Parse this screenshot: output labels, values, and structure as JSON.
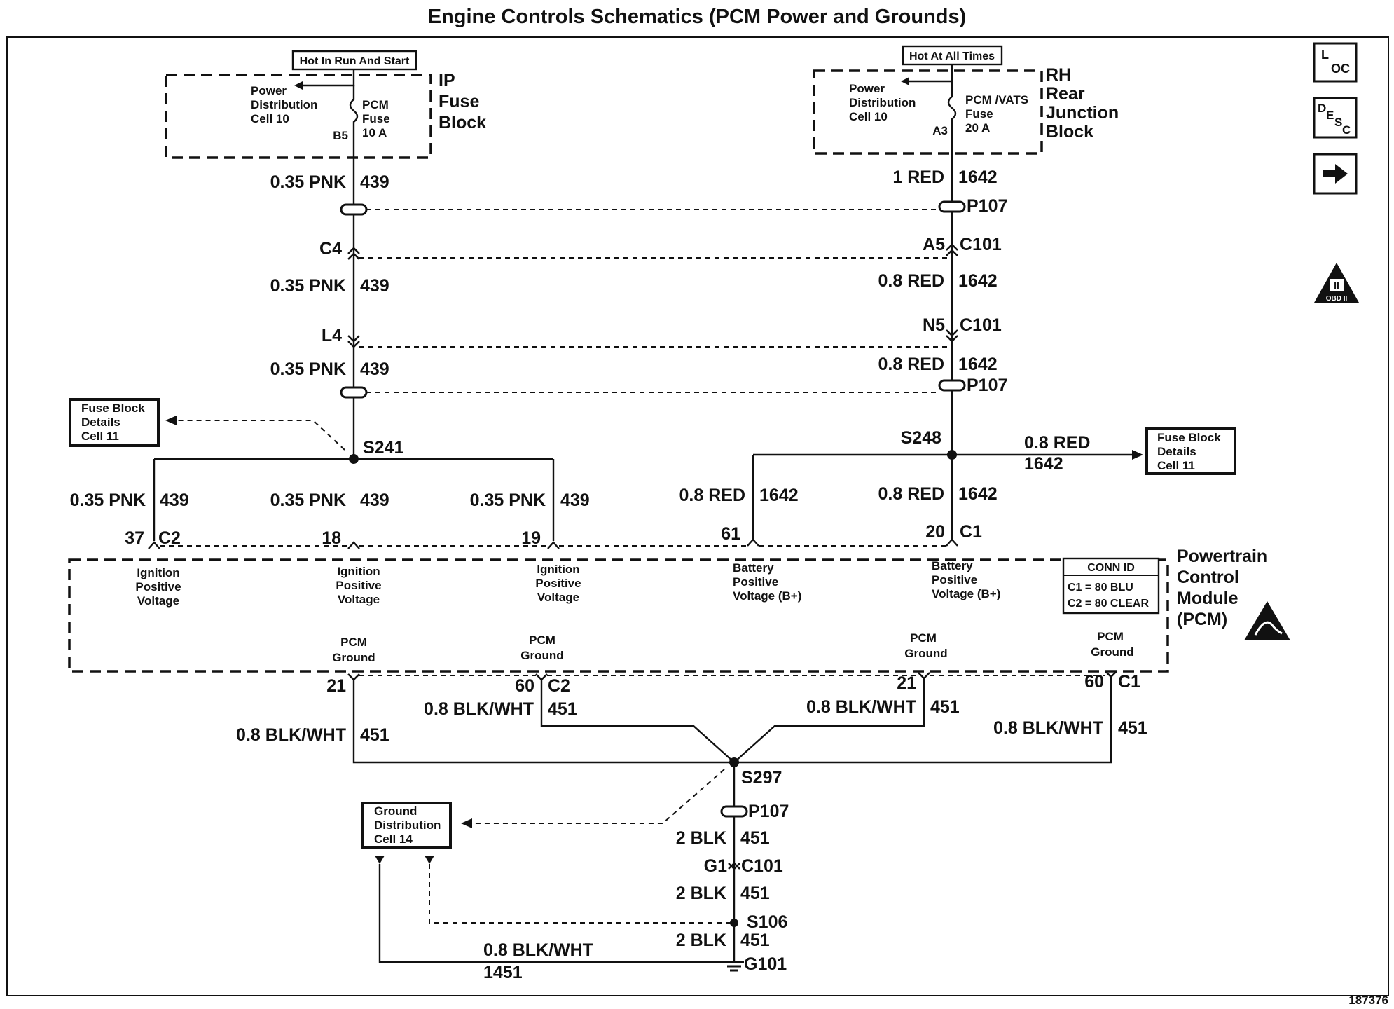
{
  "title": "Engine Controls Schematics (PCM Power and Grounds)",
  "figure_number": "187376",
  "nav_buttons": [
    {
      "name": "loc-button",
      "sup": "L",
      "sub": "OC"
    },
    {
      "name": "desc-button",
      "sup": "D",
      "mid": "E",
      "sub": "S",
      "sub2": "C"
    },
    {
      "name": "next-arrow-button",
      "glyph": "➔"
    }
  ],
  "badge_obd": "OBD II",
  "badge_obd_top": "II",
  "ip_fuse_block": {
    "hot_label": "Hot In Run And Start",
    "power_dist_lines": [
      "Power",
      "Distribution",
      "Cell 10"
    ],
    "fuse_lines": [
      "PCM",
      "Fuse",
      "10 A"
    ],
    "terminal": "B5",
    "block_lines": [
      "IP",
      "Fuse",
      "Block"
    ]
  },
  "rh_rear_junction_block": {
    "hot_label": "Hot At All Times",
    "power_dist_lines": [
      "Power",
      "Distribution",
      "Cell 10"
    ],
    "fuse_lines": [
      "PCM /VATS",
      "Fuse",
      "20 A"
    ],
    "terminal": "A3",
    "block_lines": [
      "RH",
      "Rear",
      "Junction",
      "Block"
    ]
  },
  "left_wires": {
    "w1_size": "0.35 PNK",
    "w1_num": "439",
    "c4": "C4",
    "w2_size": "0.35 PNK",
    "w2_num": "439",
    "l4": "L4",
    "w3_size": "0.35 PNK",
    "w3_num": "439",
    "s241": "S241"
  },
  "right_wires": {
    "w1_size": "1 RED",
    "w1_num": "1642",
    "p107_top": "P107",
    "a5": "A5",
    "c101_a": "C101",
    "w2_size": "0.8 RED",
    "w2_num": "1642",
    "n5": "N5",
    "c101_b": "C101",
    "w3_size": "0.8 RED",
    "w3_num": "1642",
    "p107_mid": "P107",
    "s248": "S248",
    "out_size": "0.8 RED",
    "out_num": "1642"
  },
  "fuse_block_details_left": [
    "Fuse Block",
    "Details",
    "Cell 11"
  ],
  "fuse_block_details_right": [
    "Fuse Block",
    "Details",
    "Cell 11"
  ],
  "pcm_inputs": [
    {
      "size": "0.35 PNK",
      "num": "439",
      "pin": "37",
      "conn": "C2",
      "desc": [
        "Ignition",
        "Positive",
        "Voltage"
      ]
    },
    {
      "size": "0.35 PNK",
      "num": "439",
      "pin": "18",
      "conn": "",
      "desc": [
        "Ignition",
        "Positive",
        "Voltage"
      ]
    },
    {
      "size": "0.35 PNK",
      "num": "439",
      "pin": "19",
      "conn": "",
      "desc": [
        "Ignition",
        "Positive",
        "Voltage"
      ]
    },
    {
      "size": "0.8 RED",
      "num": "1642",
      "pin": "61",
      "conn": "",
      "desc": [
        "Battery",
        "Positive",
        "Voltage (B+)"
      ]
    },
    {
      "size": "0.8 RED",
      "num": "1642",
      "pin": "20",
      "conn": "C1",
      "desc": [
        "Battery",
        "Positive",
        "Voltage (B+)"
      ]
    }
  ],
  "pcm_block_lines": [
    "Powertrain",
    "Control",
    "Module",
    "(PCM)"
  ],
  "conn_id": {
    "header": "CONN ID",
    "c1": "C1 = 80 BLU",
    "c2": "C2 = 80 CLEAR"
  },
  "pcm_grounds": [
    {
      "desc": [
        "PCM",
        "Ground"
      ],
      "pin": "21",
      "conn": "",
      "size": "0.8 BLK/WHT",
      "num": "451"
    },
    {
      "desc": [
        "PCM",
        "Ground"
      ],
      "pin": "60",
      "conn": "C2",
      "size": "0.8 BLK/WHT",
      "num": "451"
    },
    {
      "desc": [
        "PCM",
        "Ground"
      ],
      "pin": "21",
      "conn": "",
      "size": "0.8 BLK/WHT",
      "num": "451"
    },
    {
      "desc": [
        "PCM",
        "Ground"
      ],
      "pin": "60",
      "conn": "C1",
      "size": "0.8 BLK/WHT",
      "num": "451"
    }
  ],
  "ground_path": {
    "s297": "S297",
    "p107": "P107",
    "w1_size": "2 BLK",
    "w1_num": "451",
    "g1": "G1",
    "c101": "C101",
    "w2_size": "2 BLK",
    "w2_num": "451",
    "s106": "S106",
    "w3_size": "2 BLK",
    "w3_num": "451",
    "g101": "G101",
    "ret_size": "0.8 BLK/WHT",
    "ret_num": "1451"
  },
  "ground_distribution": [
    "Ground",
    "Distribution",
    "Cell 14"
  ]
}
